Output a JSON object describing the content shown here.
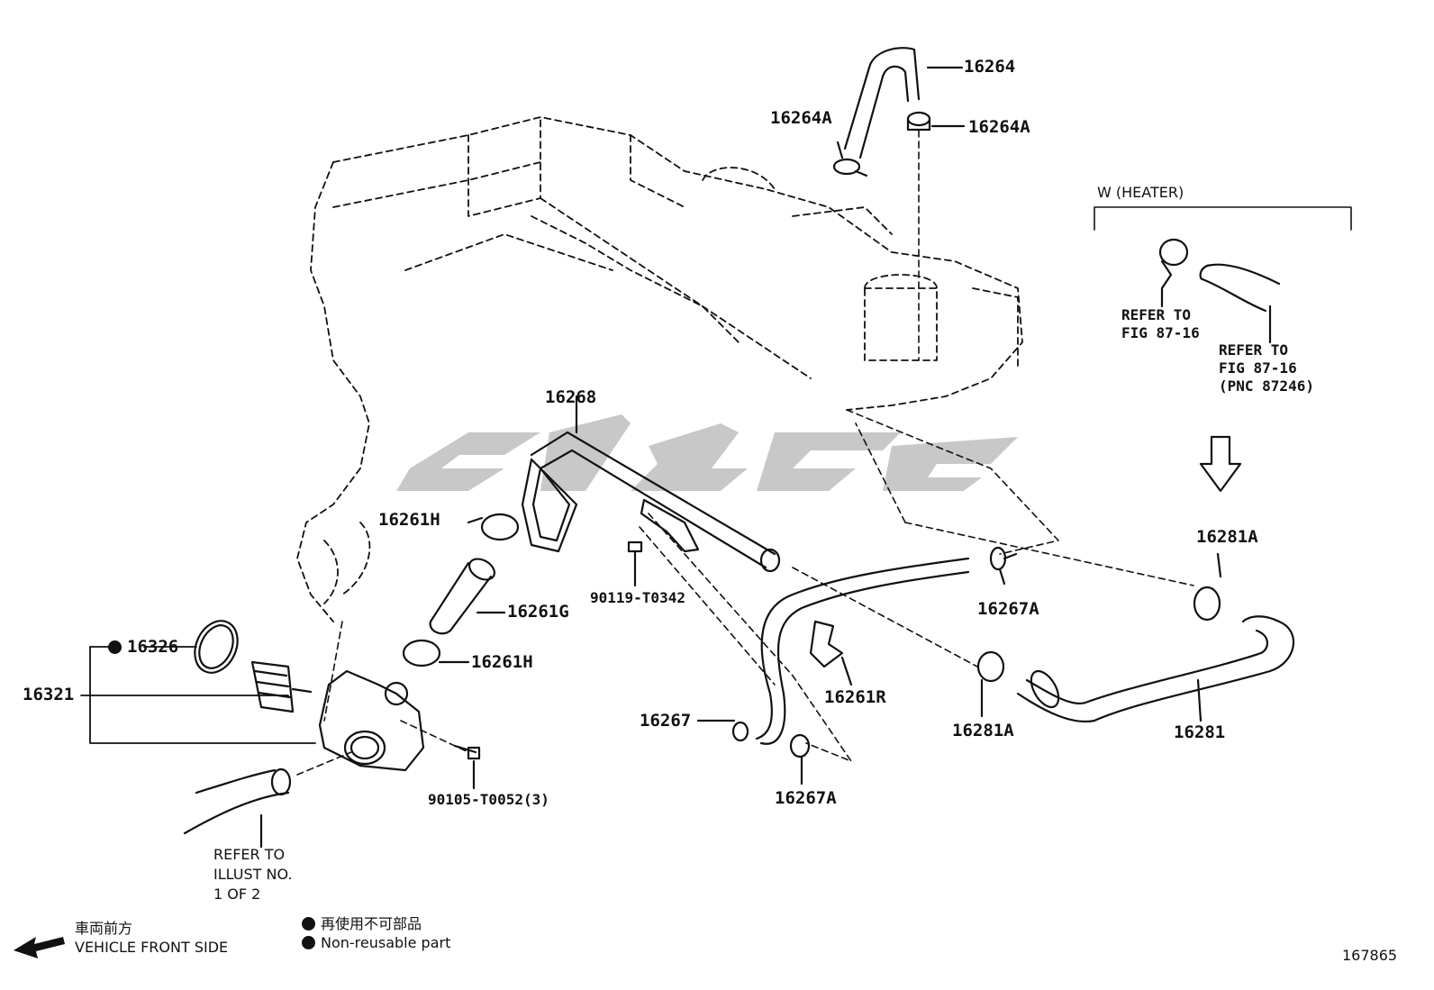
{
  "labels": {
    "p16264": "16264",
    "p16264A_left": "16264A",
    "p16264A_right": "16264A",
    "p16268": "16268",
    "p16261H_top": "16261H",
    "p16261G": "16261G",
    "p16261H_bottom": "16261H",
    "p90119": "90119-T0342",
    "p16326": "16326",
    "p16321": "16321",
    "p90105": "90105-T0052(3)",
    "p16267": "16267",
    "p16261R": "16261R",
    "p16267A_top": "16267A",
    "p16267A_bottom": "16267A",
    "p16281A_top": "16281A",
    "p16281A_bottom": "16281A",
    "p16281": "16281"
  },
  "heater": {
    "title": "W (HEATER)",
    "refer_left": [
      "REFER TO",
      "FIG 87-16"
    ],
    "refer_right": [
      "REFER TO",
      "FIG 87-16",
      "(PNC 87246)"
    ]
  },
  "refer_illust": [
    "REFER TO",
    "ILLUST NO.",
    "1 OF 2"
  ],
  "legend": {
    "front_jp": "車両前方",
    "front_en": "VEHICLE FRONT SIDE",
    "nonreusable_jp": "再使用不可部品",
    "nonreusable_en": "Non-reusable part"
  },
  "figure_number": "167865",
  "colors": {
    "ink": "#111111",
    "watermark": "#c8c8c8"
  }
}
